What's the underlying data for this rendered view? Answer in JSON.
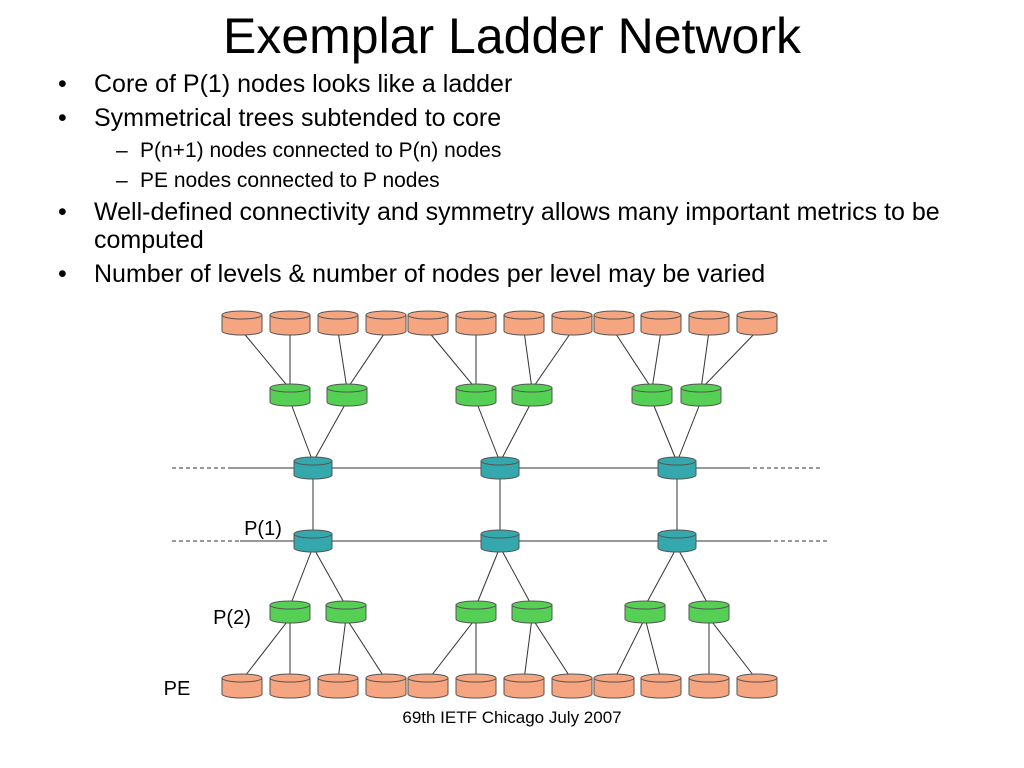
{
  "title": "Exemplar Ladder Network",
  "bullets": [
    {
      "level": 1,
      "text": "Core of P(1) nodes looks like a ladder"
    },
    {
      "level": 1,
      "text": "Symmetrical trees subtended to core"
    },
    {
      "level": 2,
      "text": "P(n+1) nodes connected to P(n) nodes"
    },
    {
      "level": 2,
      "text": "PE nodes connected to P nodes"
    },
    {
      "level": 1,
      "text": "Well-defined connectivity and symmetry allows many important metrics to be computed"
    },
    {
      "level": 1,
      "text": "Number of levels & number of nodes per level may be varied"
    }
  ],
  "labels": {
    "p1": "P(1)",
    "p2": "P(2)",
    "pe": "PE"
  },
  "footer": "69th IETF Chicago July 2007",
  "colors": {
    "pe": "#f5a57f",
    "p2": "#55d055",
    "p1": "#35a8ad"
  }
}
